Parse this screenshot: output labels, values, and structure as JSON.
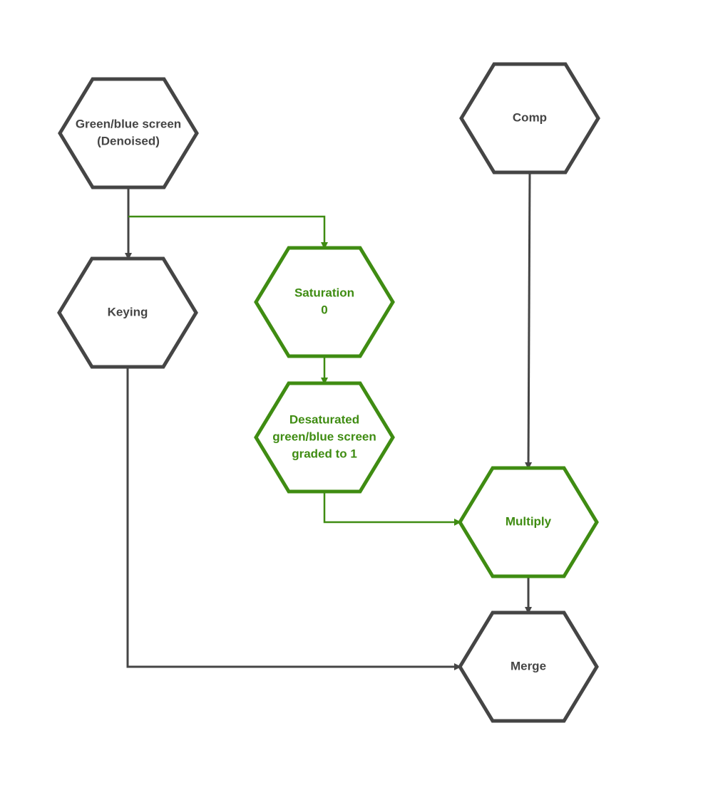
{
  "colors": {
    "dark": "#454545",
    "green": "#3f8c12",
    "background": "#ffffff"
  },
  "nodes": [
    {
      "id": "green-blue-screen",
      "lines": [
        "Green/blue screen",
        "(Denoised)"
      ],
      "color": "dark"
    },
    {
      "id": "comp",
      "lines": [
        "Comp"
      ],
      "color": "dark"
    },
    {
      "id": "keying",
      "lines": [
        "Keying"
      ],
      "color": "dark"
    },
    {
      "id": "saturation",
      "lines": [
        "Saturation",
        "0"
      ],
      "color": "green"
    },
    {
      "id": "desaturated",
      "lines": [
        "Desaturated",
        "green/blue screen",
        "graded to 1"
      ],
      "color": "green"
    },
    {
      "id": "multiply",
      "lines": [
        "Multiply"
      ],
      "color": "green"
    },
    {
      "id": "merge",
      "lines": [
        "Merge"
      ],
      "color": "dark"
    }
  ],
  "edges": [
    {
      "from": "green-blue-screen",
      "to": "keying",
      "color": "dark"
    },
    {
      "from": "green-blue-screen",
      "to": "saturation",
      "color": "green"
    },
    {
      "from": "saturation",
      "to": "desaturated",
      "color": "green"
    },
    {
      "from": "desaturated",
      "to": "multiply",
      "color": "green"
    },
    {
      "from": "comp",
      "to": "multiply",
      "color": "dark"
    },
    {
      "from": "multiply",
      "to": "merge",
      "color": "dark"
    },
    {
      "from": "keying",
      "to": "merge",
      "color": "dark"
    }
  ]
}
